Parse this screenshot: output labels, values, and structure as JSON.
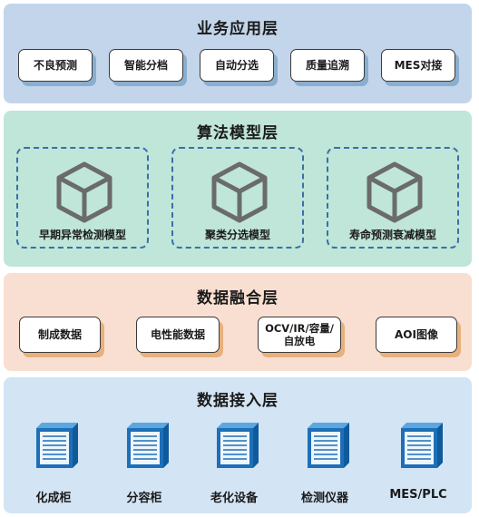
{
  "layers": {
    "application": {
      "title": "业务应用层",
      "items": [
        "不良预测",
        "智能分档",
        "自动分选",
        "质量追溯",
        "MES对接"
      ]
    },
    "algorithm": {
      "title": "算法模型层",
      "models": [
        {
          "label": "早期异常检测模型",
          "icon": "cube-icon"
        },
        {
          "label": "聚类分选模型",
          "icon": "cube-icon"
        },
        {
          "label": "寿命预测衰减模型",
          "icon": "cube-icon"
        }
      ]
    },
    "fusion": {
      "title": "数据融合层",
      "items": [
        "制成数据",
        "电性能数据",
        "OCV/IR/容量/自放电",
        "AOI图像"
      ]
    },
    "access": {
      "title": "数据接入层",
      "devices": [
        {
          "label": "化成柜",
          "icon": "server-rack-icon"
        },
        {
          "label": "分容柜",
          "icon": "server-rack-icon"
        },
        {
          "label": "老化设备",
          "icon": "server-rack-icon"
        },
        {
          "label": "检测仪器",
          "icon": "server-rack-icon"
        },
        {
          "label": "MES/PLC",
          "icon": "server-rack-icon"
        }
      ]
    }
  },
  "colors": {
    "application_bg": "#c2d5ea",
    "algorithm_bg": "#bfe6d8",
    "fusion_bg": "#f9dfd1",
    "access_bg": "#d3e4f4",
    "accent_blue": "#1e6fb8",
    "dashed_border": "#3c6ea8"
  }
}
